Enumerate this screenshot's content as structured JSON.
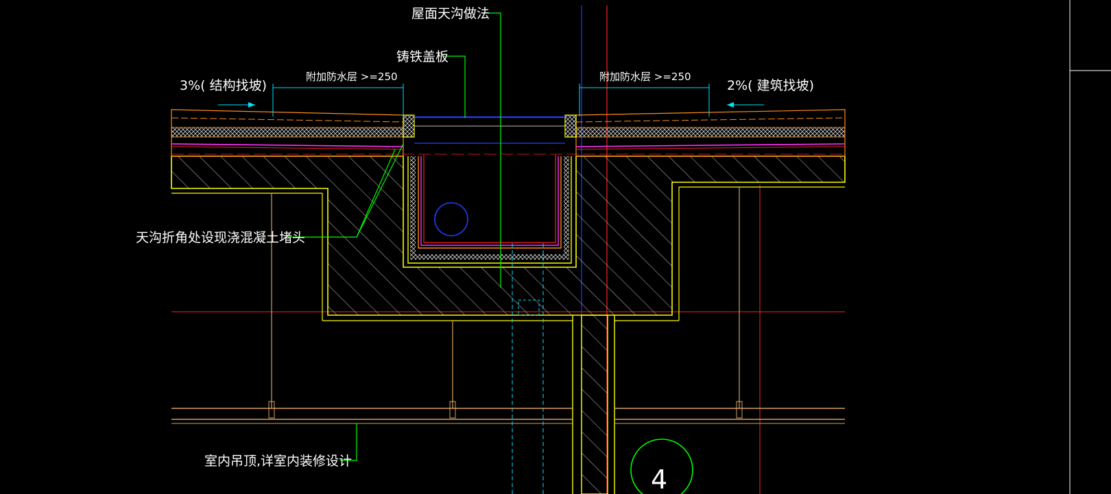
{
  "drawing": {
    "title_label": "屋面天沟做法",
    "cover_label": "铸铁盖板",
    "slope_left": "3%( 结构找坡)",
    "slope_right": "2%( 建筑找坡)",
    "waterproof_left": "附加防水层 >=250",
    "waterproof_right": "附加防水层 >=250",
    "corner_note": "天沟折角处设现浇混凝土堵头",
    "ceiling_note": "室内吊顶,详室内装修设计",
    "detail_number": "4"
  },
  "colors": {
    "background": "#000000",
    "concrete_outline": "#ffff00",
    "finish_lines": "#ff8c1a",
    "waterproof": "#ff33ff",
    "leader": "#00ff00",
    "dimension": "#00e5ff",
    "axis_red": "#ff2020",
    "axis_blue": "#2040ff",
    "ceiling": "#d8a060"
  }
}
